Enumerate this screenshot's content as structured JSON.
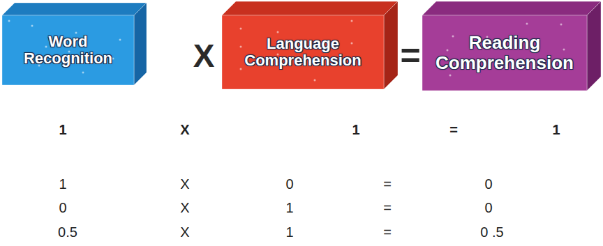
{
  "diagram": {
    "nodes": [
      {
        "text": [
          "Word Recognition"
        ]
      },
      {
        "text": [
          "Language Comprehension"
        ]
      },
      {
        "text": [
          "Reading Comprehension"
        ]
      }
    ],
    "labels": [
      "X",
      "=",
      "1",
      "X",
      "1",
      "=",
      "1",
      "1",
      "X",
      "0",
      "=",
      "0",
      "0",
      "X",
      "1",
      "=",
      "0",
      "0.5",
      "X",
      "1",
      "=",
      "0 .5"
    ]
  }
}
